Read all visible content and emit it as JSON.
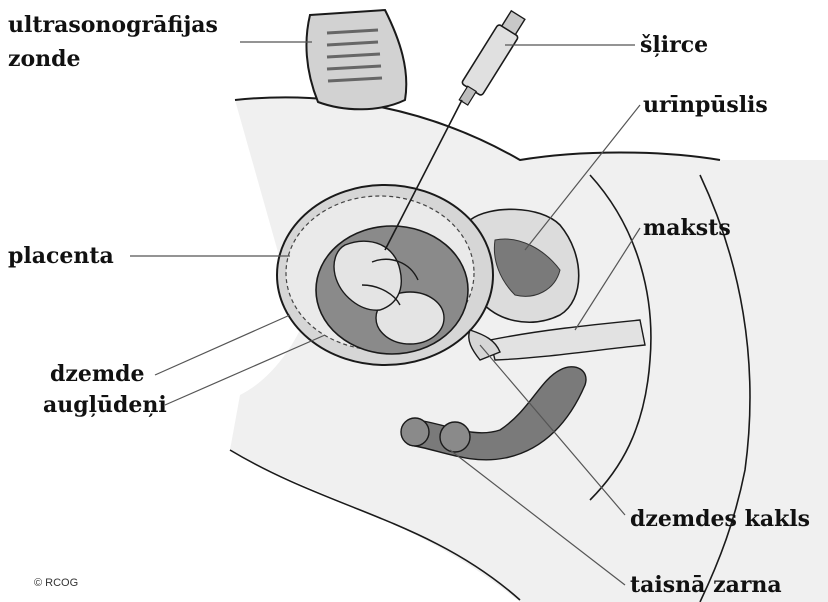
{
  "labels": {
    "probe_line1": "ultrasonogrāfijas",
    "probe_line2": "zonde",
    "syringe": "šļirce",
    "bladder": "urīnpūslis",
    "vagina": "maksts",
    "placenta": "placenta",
    "uterus": "dzemde",
    "amniotic_fluid": "augļūdeņi",
    "cervix": "dzemdes kakls",
    "rectum": "taisnā zarna"
  },
  "copyright": "© RCOG",
  "colors": {
    "outline": "#1a1a1a",
    "leader": "#555555",
    "body_fill": "#eeeeee",
    "uterus_wall": "#d6d6d6",
    "amniotic_fluid": "#8a8a8a",
    "fetus": "#e4e4e4",
    "organ_dark": "#7a7a7a",
    "probe_fill": "#d2d2d2"
  }
}
